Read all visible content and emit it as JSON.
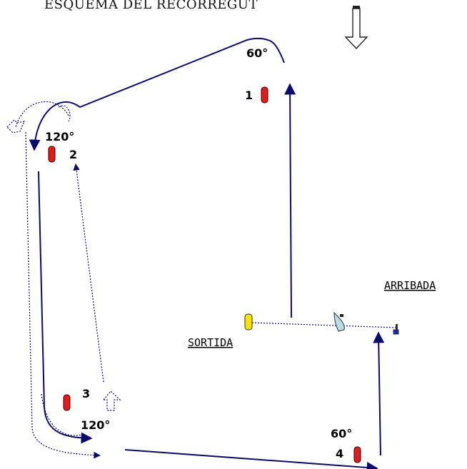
{
  "title": "ESQUEMA DEL RECORREGUT",
  "start_label": "SORTIDA",
  "finish_label": "ARRIBADA",
  "marks": [
    {
      "number": "1",
      "turn": "60°",
      "color": "#e21b1b"
    },
    {
      "number": "2",
      "turn": "120°",
      "color": "#e21b1b"
    },
    {
      "number": "3",
      "turn": "120°",
      "color": "#e21b1b"
    },
    {
      "number": "4",
      "turn": "60°",
      "color": "#e21b1b"
    }
  ],
  "start_mark_color": "#f5e400",
  "route_color": "#0b0b6e",
  "wind_arrow_icon": "wind-direction-arrow"
}
